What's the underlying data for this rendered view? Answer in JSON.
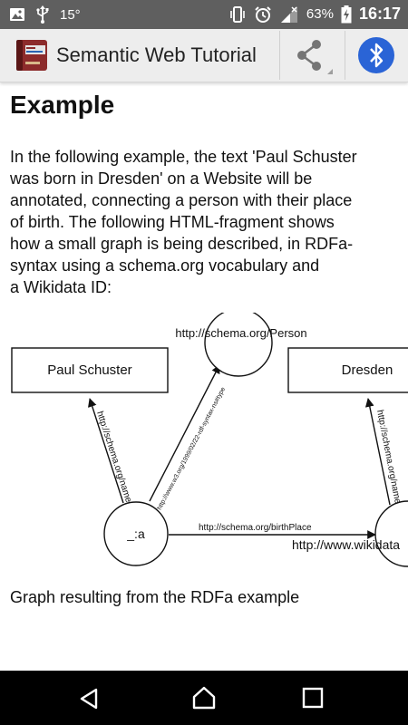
{
  "status": {
    "temperature": "15°",
    "battery": "63%",
    "time": "16:17"
  },
  "appbar": {
    "title": "Semantic Web Tutorial"
  },
  "article": {
    "heading": "Example",
    "paragraph_lines": [
      "In the following example, the text 'Paul Schuster",
      "was born in Dresden' on a Website will be",
      "annotated, connecting a person with their place",
      "of birth. The following HTML-fragment shows",
      "how a small graph is being described, in RDFa-",
      "syntax using a schema.org vocabulary and",
      "a Wikidata ID:"
    ],
    "caption": "Graph resulting from the RDFa example"
  },
  "graph": {
    "person_type": "http://schema.org/Person",
    "node_paul": "Paul Schuster",
    "node_dresden": "Dresden",
    "node_blank": "_:a",
    "node_wikidata": "http://www.wikidata",
    "edge_name_left": "http://schema.org/name",
    "edge_name_right": "http://schema.org/name",
    "edge_type": "http://www.w3.org/1999/02/22-rdf-syntax-ns#type",
    "edge_birthplace": "http://schema.org/birthPlace"
  }
}
